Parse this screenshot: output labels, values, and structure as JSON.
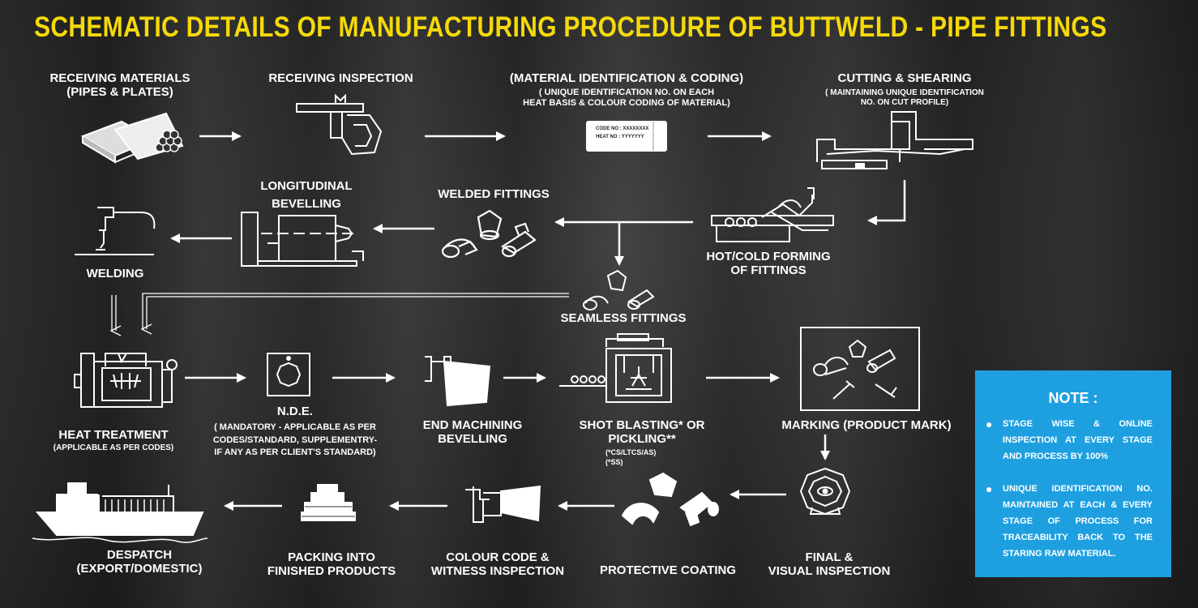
{
  "title": "SCHEMATIC DETAILS OF MANUFACTURING PROCEDURE OF BUTTWELD - PIPE FITTINGS",
  "colors": {
    "title": "#f5d90a",
    "note_bg": "#1ea0e0",
    "line": "#ffffff"
  },
  "steps": {
    "receiving_materials": {
      "line1": "RECEIVING MATERIALS",
      "line2": "(PIPES & PLATES)"
    },
    "receiving_inspection": {
      "line1": "RECEIVING INSPECTION"
    },
    "material_identification": {
      "line1": "(MATERIAL IDENTIFICATION & CODING)",
      "line2": "( UNIQUE IDENTIFICATION NO. ON EACH",
      "line3": "HEAT BASIS & COLOUR CODING OF MATERIAL)",
      "tag_code": "CODE NO : XXXXXXXX",
      "tag_heat": "HEAT NO : YYYYYYY"
    },
    "cutting_shearing": {
      "line1": "CUTTING & SHEARING",
      "line2": "( MAINTAINING UNIQUE IDENTIFICATION",
      "line3": "NO. ON CUT PROFILE)"
    },
    "hot_cold_forming": {
      "line1": "HOT/COLD FORMING",
      "line2": "OF FITTINGS"
    },
    "welded_fittings": {
      "line1": "WELDED FITTINGS"
    },
    "longitudinal_bevelling": {
      "line1": "LONGITUDINAL",
      "line2": "BEVELLING"
    },
    "welding": {
      "line1": "WELDING"
    },
    "seamless_fittings": {
      "line1": "SEAMLESS FITTINGS"
    },
    "heat_treatment": {
      "line1": "HEAT TREATMENT",
      "line2": "(APPLICABLE AS PER CODES)"
    },
    "nde": {
      "line1": "N.D.E.",
      "line2": "( MANDATORY - APPLICABLE AS PER",
      "line3": "CODES/STANDARD, SUPPLEMENTRY-",
      "line4": "IF ANY AS PER CLIENT'S STANDARD)"
    },
    "end_machining": {
      "line1": "END MACHINING",
      "line2": "BEVELLING"
    },
    "shot_blasting": {
      "line1": "SHOT BLASTING* OR",
      "line2": "PICKLING**",
      "line3": "(*CS/LTCS/AS)",
      "line4": "(*SS)"
    },
    "marking": {
      "line1": "MARKING (PRODUCT MARK)"
    },
    "final_inspection": {
      "line1": "FINAL &",
      "line2": "VISUAL INSPECTION"
    },
    "protective_coating": {
      "line1": "PROTECTIVE COATING"
    },
    "colour_code": {
      "line1": "COLOUR CODE &",
      "line2": "WITNESS INSPECTION"
    },
    "packing": {
      "line1": "PACKING INTO",
      "line2": "FINISHED PRODUCTS"
    },
    "despatch": {
      "line1": "DESPATCH",
      "line2": "(EXPORT/DOMESTIC)"
    }
  },
  "note": {
    "title": "NOTE :",
    "items": [
      "STAGE WISE & ONLINE INSPECTION AT EVERY STAGE AND PROCESS BY 100%",
      "UNIQUE IDENTIFICATION NO. MAINTAINED AT EACH & EVERY STAGE OF PROCESS FOR TRACEABILITY BACK TO THE STARING RAW MATERIAL."
    ]
  }
}
